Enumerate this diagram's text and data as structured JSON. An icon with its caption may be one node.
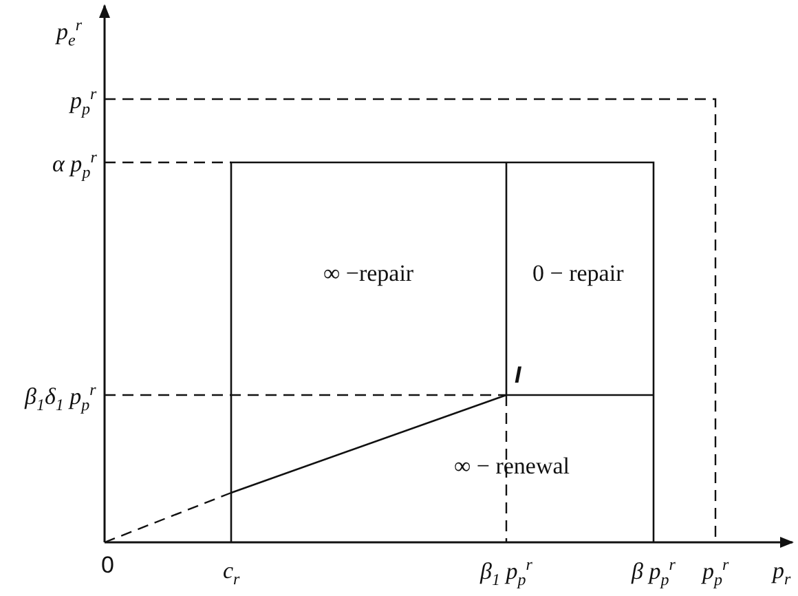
{
  "diagram": {
    "labels": [
      "p$_{e}$$^{r}$",
      "p$_{p}$$^{r}$",
      "α p$_{p}$$^{r}$",
      "∞ −repair",
      "0 − repair",
      "β$_{1}$δ$_{1}$ p$_{p}$$^{r}$",
      "I",
      "∞ − renewal",
      "0",
      "c$_{r}$",
      "β$_{1}$ p$_{p}$$^{r}$",
      "β p$_{p}$$^{r}$",
      "p$_{p}$$^{r}$",
      "p$_{r}$"
    ]
  }
}
